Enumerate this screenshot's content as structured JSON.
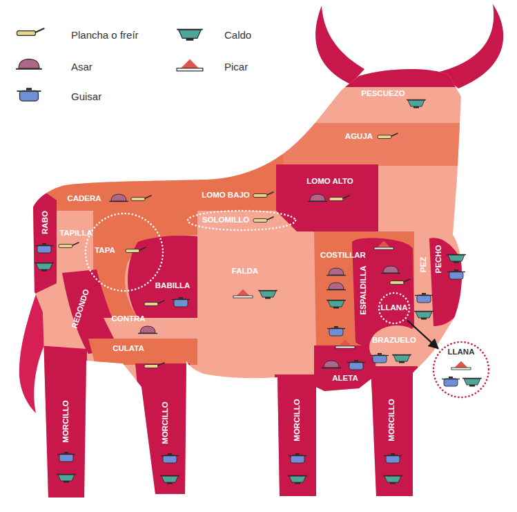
{
  "diagram": {
    "nodes": [
      {
        "text": [
          "PESCUEZO"
        ]
      },
      {
        "text": [
          "AGUJA"
        ]
      },
      {
        "text": [
          "LOMO ALTO"
        ]
      },
      {
        "text": [
          "LOMO BAJO"
        ]
      },
      {
        "text": [
          "CADERA"
        ]
      },
      {
        "text": [
          "SOLOMILLO"
        ]
      },
      {
        "text": [
          "RABO"
        ]
      },
      {
        "text": [
          "TAPILLA"
        ]
      },
      {
        "text": [
          "TAPA"
        ]
      },
      {
        "text": [
          "COSTILLAR"
        ]
      },
      {
        "text": [
          "FALDA"
        ]
      },
      {
        "text": [
          "ESPALDILLA"
        ]
      },
      {
        "text": [
          "LLANA"
        ],
        "in": 11
      },
      {
        "text": [
          "PEZ"
        ]
      },
      {
        "text": [
          "PECHO"
        ]
      },
      {
        "text": [
          "BABILLA"
        ]
      },
      {
        "text": [
          "REDONDO"
        ]
      },
      {
        "text": [
          "CONTRA"
        ]
      },
      {
        "text": [
          "BRAZUELO"
        ]
      },
      {
        "text": [
          "CULATA"
        ]
      },
      {
        "text": [
          "ALETA"
        ]
      },
      {
        "text": [
          "MORCILLO"
        ]
      },
      {
        "text": [
          "MORCILLO"
        ]
      },
      {
        "text": [
          "MORCILLO"
        ]
      },
      {
        "text": [
          "MORCILLO"
        ]
      },
      {
        "text": [
          "LLANA"
        ]
      }
    ],
    "edges": [
      {
        "from": 12,
        "to": 25,
        "arrow": "to"
      }
    ],
    "legend": [
      {
        "text": "Plancha o freír"
      },
      {
        "text": "Asar"
      },
      {
        "text": "Guisar"
      },
      {
        "text": "Caldo"
      },
      {
        "text": "Picar"
      }
    ]
  }
}
